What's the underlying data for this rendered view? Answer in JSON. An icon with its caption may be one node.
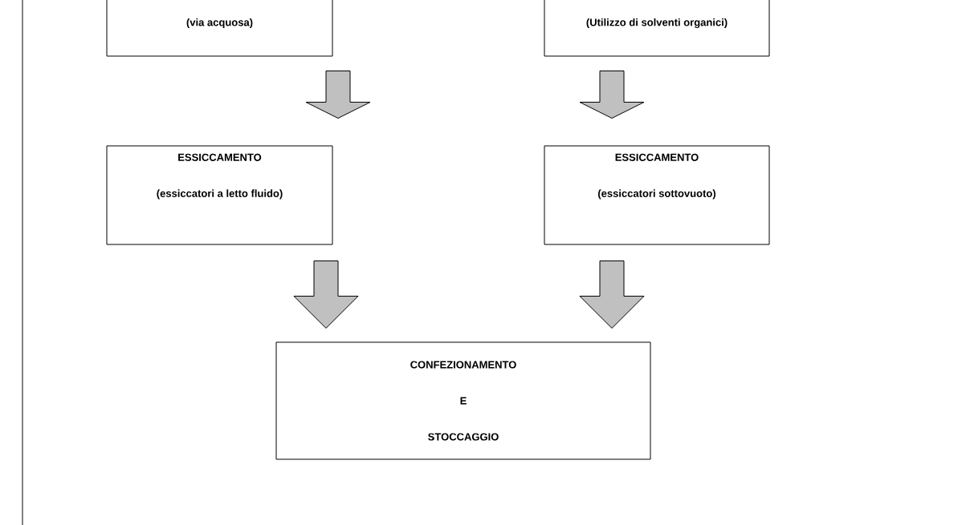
{
  "diagram": {
    "nodes": [
      {
        "text": [
          "(via acquosa)"
        ]
      },
      {
        "text": [
          "(Utilizzo di solventi organici)"
        ]
      },
      {
        "text": [
          "ESSICCAMENTO",
          "(essiccatori a letto fluido)"
        ]
      },
      {
        "text": [
          "ESSICCAMENTO",
          "(essiccatori sottovuoto)"
        ]
      },
      {
        "text": [
          "CONFEZIONAMENTO",
          "E",
          "STOCCAGGIO"
        ]
      }
    ],
    "edges": [
      {
        "from": 0,
        "to": 2,
        "arrow": "to"
      },
      {
        "from": 1,
        "to": 3,
        "arrow": "to"
      },
      {
        "from": 2,
        "to": 4,
        "arrow": "to"
      },
      {
        "from": 3,
        "to": 4,
        "arrow": "to"
      }
    ]
  }
}
